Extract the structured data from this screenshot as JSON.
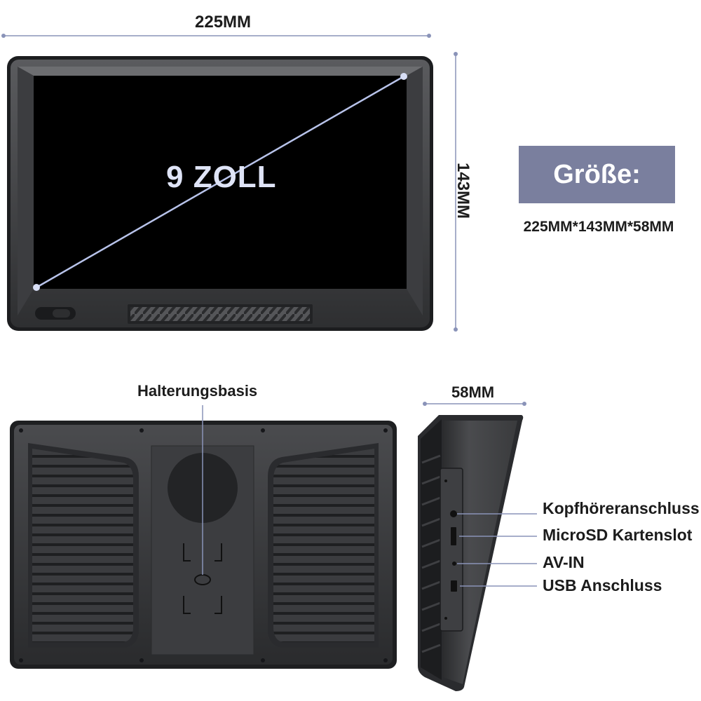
{
  "dimensions": {
    "width_label": "225MM",
    "height_label": "143MM",
    "depth_label": "58MM"
  },
  "screen": {
    "diagonal_label": "9 ZOLL"
  },
  "size_box": {
    "title": "Größe:",
    "dims": "225MM*143MM*58MM"
  },
  "back_view": {
    "mount_label": "Halterungsbasis"
  },
  "ports": [
    {
      "label": "Kopfhöreranschluss",
      "icon": "headphone-jack-icon"
    },
    {
      "label": "MicroSD Kartenslot",
      "icon": "microsd-slot-icon"
    },
    {
      "label": "AV-IN",
      "icon": "av-in-port-icon"
    },
    {
      "label": "USB Anschluss",
      "icon": "usb-port-icon"
    }
  ],
  "colors": {
    "dimension_line": "#8a93b8",
    "size_box": "#7a7f9e",
    "device_body": "#3a3b3d",
    "screen": "#000000"
  }
}
